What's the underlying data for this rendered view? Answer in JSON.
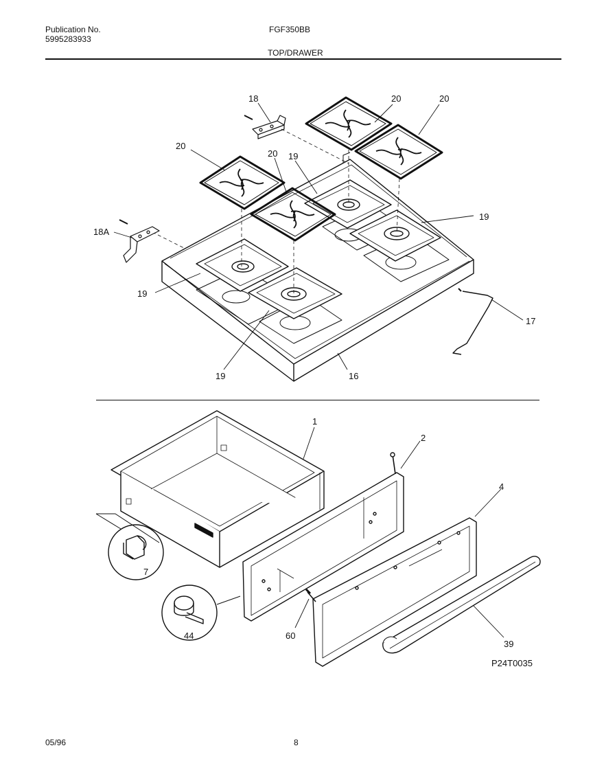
{
  "header": {
    "publication_label": "Publication No.",
    "publication_number": "5995283933",
    "model": "FGF350BB",
    "section": "TOP/DRAWER"
  },
  "callouts": {
    "c18": "18",
    "c18a": "18A",
    "c20a": "20",
    "c20b": "20",
    "c20c": "20",
    "c20d": "20",
    "c19a": "19",
    "c19b": "19",
    "c19c": "19",
    "c19d": "19",
    "c16": "16",
    "c17": "17",
    "c1": "1",
    "c2": "2",
    "c4": "4",
    "c7": "7",
    "c44": "44",
    "c60": "60",
    "c39": "39"
  },
  "figure_code": "P24T0035",
  "footer": {
    "date": "05/96",
    "page": "8"
  }
}
